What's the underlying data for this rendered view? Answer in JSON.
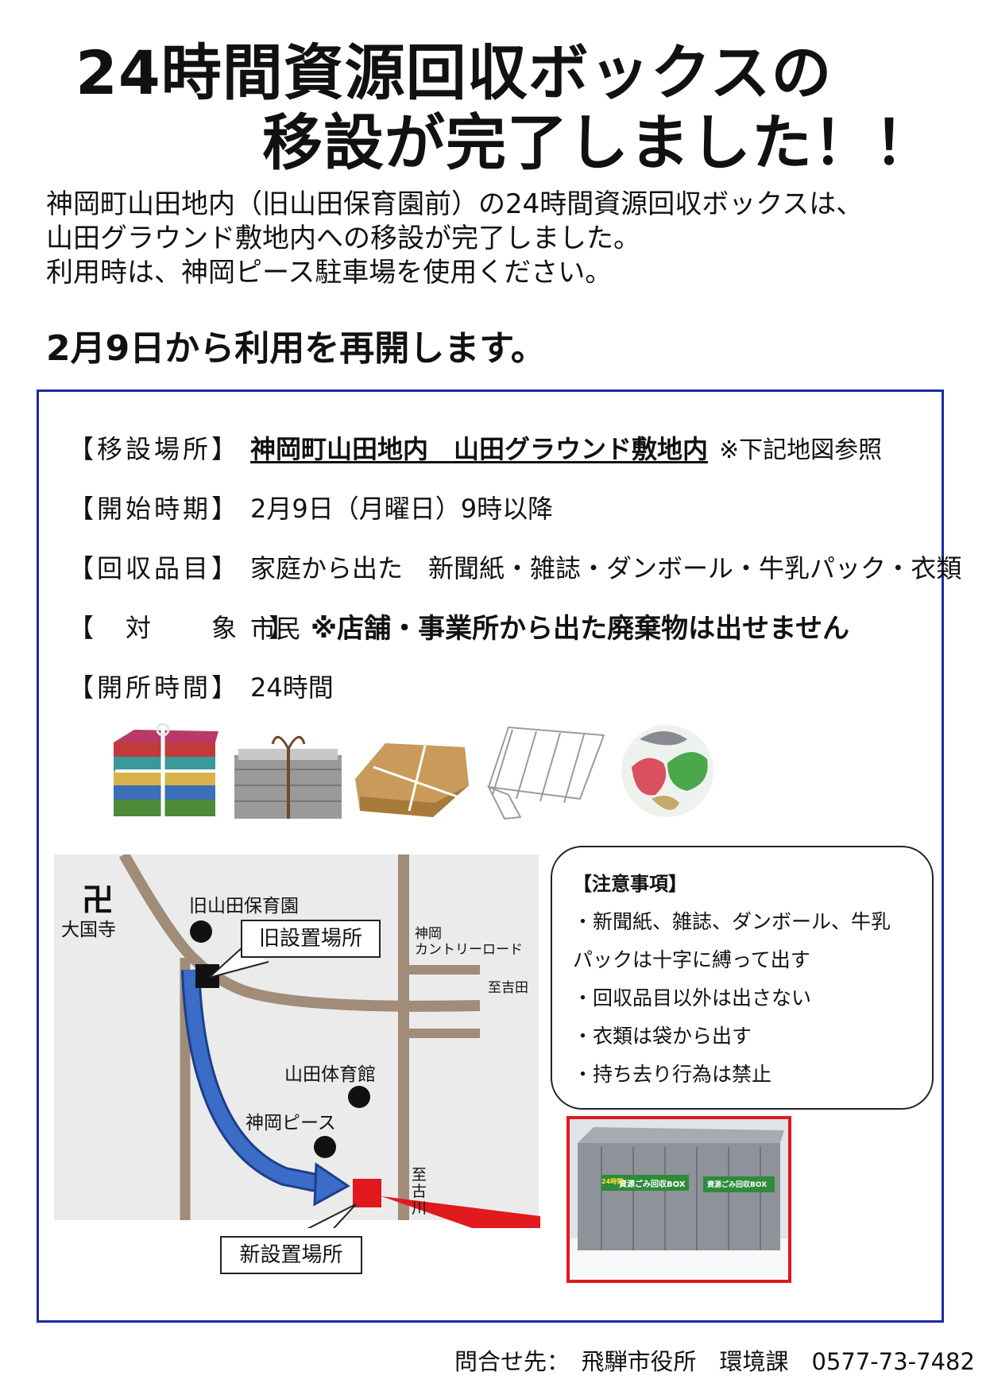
{
  "header": {
    "title_line1": "24時間資源回収ボックスの",
    "title_line2": "移設が完了しました！！"
  },
  "intro": {
    "line1": "神岡町山田地内（旧山田保育園前）の24時間資源回収ボックスは、",
    "line2": "山田グラウンド敷地内への移設が完了しました。",
    "line3": "利用時は、神岡ピース駐車場を使用ください。"
  },
  "resume": "2月9日から利用を再開します。",
  "info": {
    "location_label": "【移設場所】",
    "location_value": "神岡町山田地内　山田グラウンド敷地内",
    "location_note": "※下記地図参照",
    "start_label": "【開始時期】",
    "start_value": "2月9日（月曜日）9時以降",
    "items_label": "【回収品目】",
    "items_value": "家庭から出た　新聞紙・雑誌・ダンボール・牛乳パック・衣類",
    "target_label": "【　対　　象　】",
    "target_value": "市民",
    "target_warning": "※店舗・事業所から出た廃棄物は出せません",
    "hours_label": "【開所時間】",
    "hours_value": "24時間"
  },
  "items_icons": [
    "magazines-icon",
    "newspapers-icon",
    "cardboard-icon",
    "milk-carton-icon",
    "clothes-icon"
  ],
  "map": {
    "temple_symbol": "卍",
    "temple_name": "大国寺",
    "old_nursery": "旧山田保育園",
    "country_road_1": "神岡",
    "country_road_2": "カントリーロード",
    "to_yoshida": "至吉田",
    "gym": "山田体育館",
    "peace": "神岡ピース",
    "to_furukawa": "至古川",
    "old_site": "旧設置場所",
    "new_site": "新設置場所"
  },
  "notes": {
    "title": "【注意事項】",
    "line1": "・新聞紙、雑誌、ダンボール、牛乳",
    "line2": "パックは十字に縛って出す",
    "line3": "・回収品目以外は出さない",
    "line4": "・衣類は袋から出す",
    "line5": "・持ち去り行為は禁止"
  },
  "photo": {
    "sign1": "資源ごみ回収BOX",
    "sign2": "資源ごみ回収BOX",
    "badge": "24時間"
  },
  "contact": "問合せ先：　飛騨市役所　環境課　0577-73-7482",
  "colors": {
    "frame": "#1c2aa8",
    "road": "#a08c78",
    "arrow": "#3a6cc8",
    "new_site": "#e0191e",
    "map_bg": "#ebebeb"
  }
}
